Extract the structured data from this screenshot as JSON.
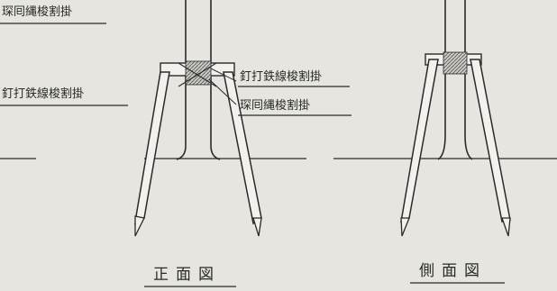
{
  "labels": {
    "top_left": "琛囘縄梭割掛",
    "mid_left": "釘打鉄線梭割掛",
    "callout_1": "釘打鉄線梭割掛",
    "callout_2": "琛囘縄梭割掛"
  },
  "titles": {
    "front": "正面図",
    "side": "側面図"
  },
  "colors": {
    "paper": "#e6e5e0",
    "ink": "#2a2a2a",
    "wood_fill": "#f2f1ed"
  }
}
